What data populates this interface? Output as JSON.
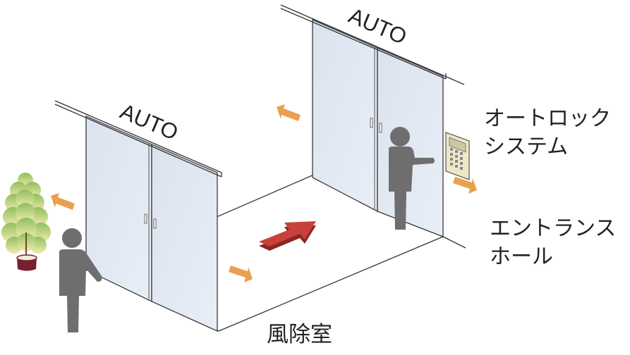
{
  "labels": {
    "auto_front": "AUTO",
    "auto_rear": "AUTO",
    "autolock_line1": "オートロック",
    "autolock_line2": "システム",
    "hall_line1": "エントランス",
    "hall_line2": "ホール",
    "vestibule": "風除室"
  },
  "colors": {
    "door_glass": "#dfe6f1",
    "door_frame": "#3a3a3a",
    "floor_line": "#333333",
    "person": "#6e6e6e",
    "small_arrow": "#e9a04f",
    "big_arrow": "#c9403a",
    "big_arrow_dark": "#8a2622",
    "tree_top": "#9cc46a",
    "tree_bottom": "#f2e7a0",
    "pot": "#7a1e34",
    "keypad": "#efe7c8"
  },
  "icons": [
    "person-icon",
    "tree-icon",
    "keypad-icon",
    "arrow-icon"
  ]
}
